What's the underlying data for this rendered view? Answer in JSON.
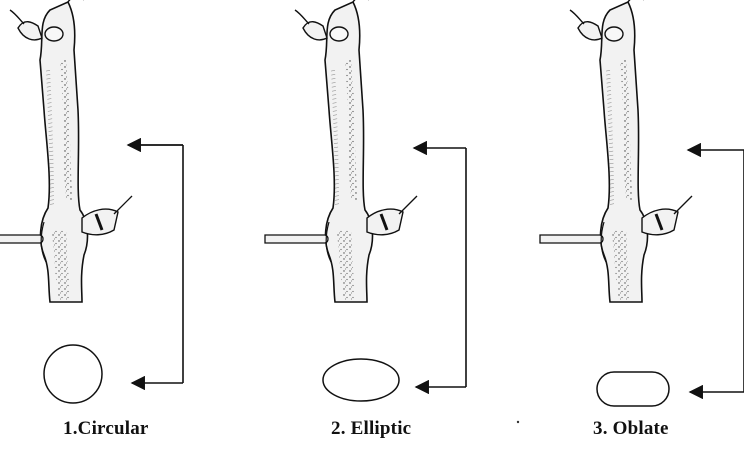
{
  "captions": {
    "circular": "1.Circular",
    "elliptic": "2. Elliptic",
    "oblate": "3. Oblate"
  },
  "colors": {
    "ink": "#111111",
    "stem_fill": "#f2f2f2",
    "background": "#ffffff"
  },
  "icons": {
    "arrow": "arrow-left-icon",
    "stem": "twig-cross-section-icon"
  }
}
